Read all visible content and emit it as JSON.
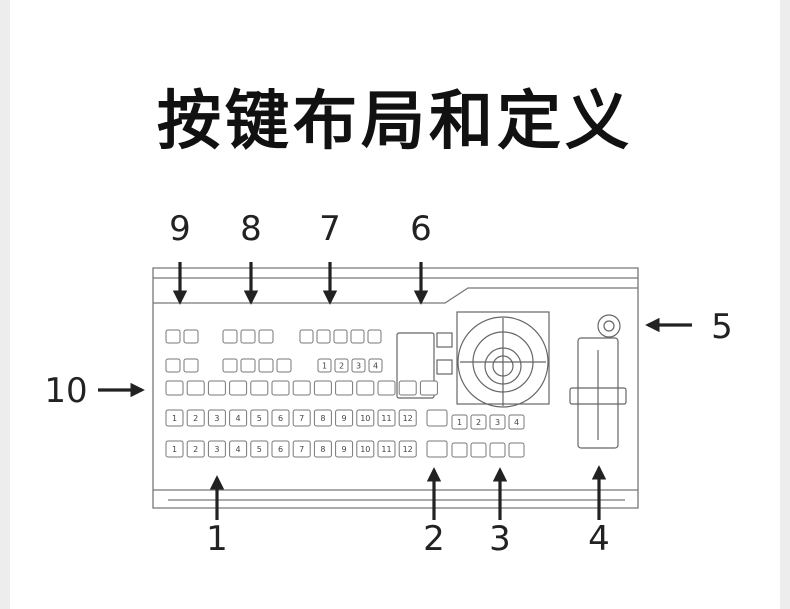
{
  "title": "按键布局和定义",
  "callouts": [
    "1",
    "2",
    "3",
    "4",
    "5",
    "6",
    "7",
    "8",
    "9",
    "10"
  ],
  "key_rows": {
    "bus_numbers": [
      "1",
      "2",
      "3",
      "4",
      "5",
      "6",
      "7",
      "8",
      "9",
      "10",
      "11",
      "12"
    ],
    "aux_numbers": [
      "1",
      "2",
      "3",
      "4"
    ]
  },
  "colors": {
    "line": "#555555",
    "arrow": "#222222",
    "text": "#111111"
  }
}
